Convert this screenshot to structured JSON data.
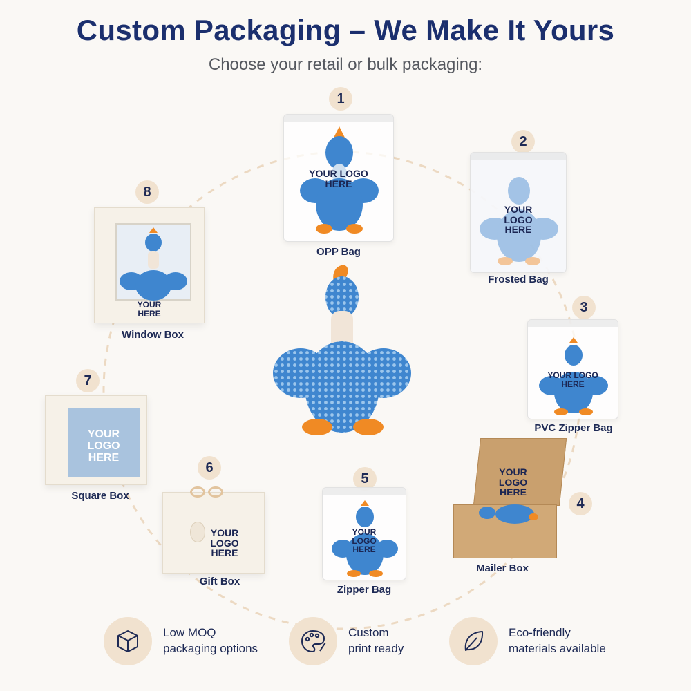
{
  "header": {
    "title": "Custom Packaging – We Make It Yours",
    "subtitle": "Choose your retail or bulk packaging:"
  },
  "logo_text": {
    "three_line": [
      "YOUR",
      "LOGO",
      "HERE"
    ],
    "two_line_a": "YOUR LOGO",
    "two_line_b": "HERE",
    "window_a": "YOUR",
    "window_b": "HERE"
  },
  "options": [
    {
      "number": "1",
      "name": "OPP Bag"
    },
    {
      "number": "2",
      "name": "Frosted Bag"
    },
    {
      "number": "3",
      "name": "PVC Zipper Bag"
    },
    {
      "number": "4",
      "name": "Mailer Box"
    },
    {
      "number": "5",
      "name": "Zipper Bag"
    },
    {
      "number": "6",
      "name": "Gift Box"
    },
    {
      "number": "7",
      "name": "Square Box"
    },
    {
      "number": "8",
      "name": "Window Box"
    }
  ],
  "features": [
    {
      "icon": "box-icon",
      "line1": "Low MOQ",
      "line2": "packaging options"
    },
    {
      "icon": "palette-icon",
      "line1": "Custom",
      "line2": "print ready"
    },
    {
      "icon": "leaf-icon",
      "line1": "Eco-friendly",
      "line2": "materials available"
    }
  ],
  "colors": {
    "title": "#1b2f6e",
    "badge_bg": "#f1e2cf",
    "duck_blue": "#3f86cf",
    "duck_orange": "#f08a24",
    "kraft": "#c9a06e",
    "square_box_panel": "#a9c3de"
  }
}
